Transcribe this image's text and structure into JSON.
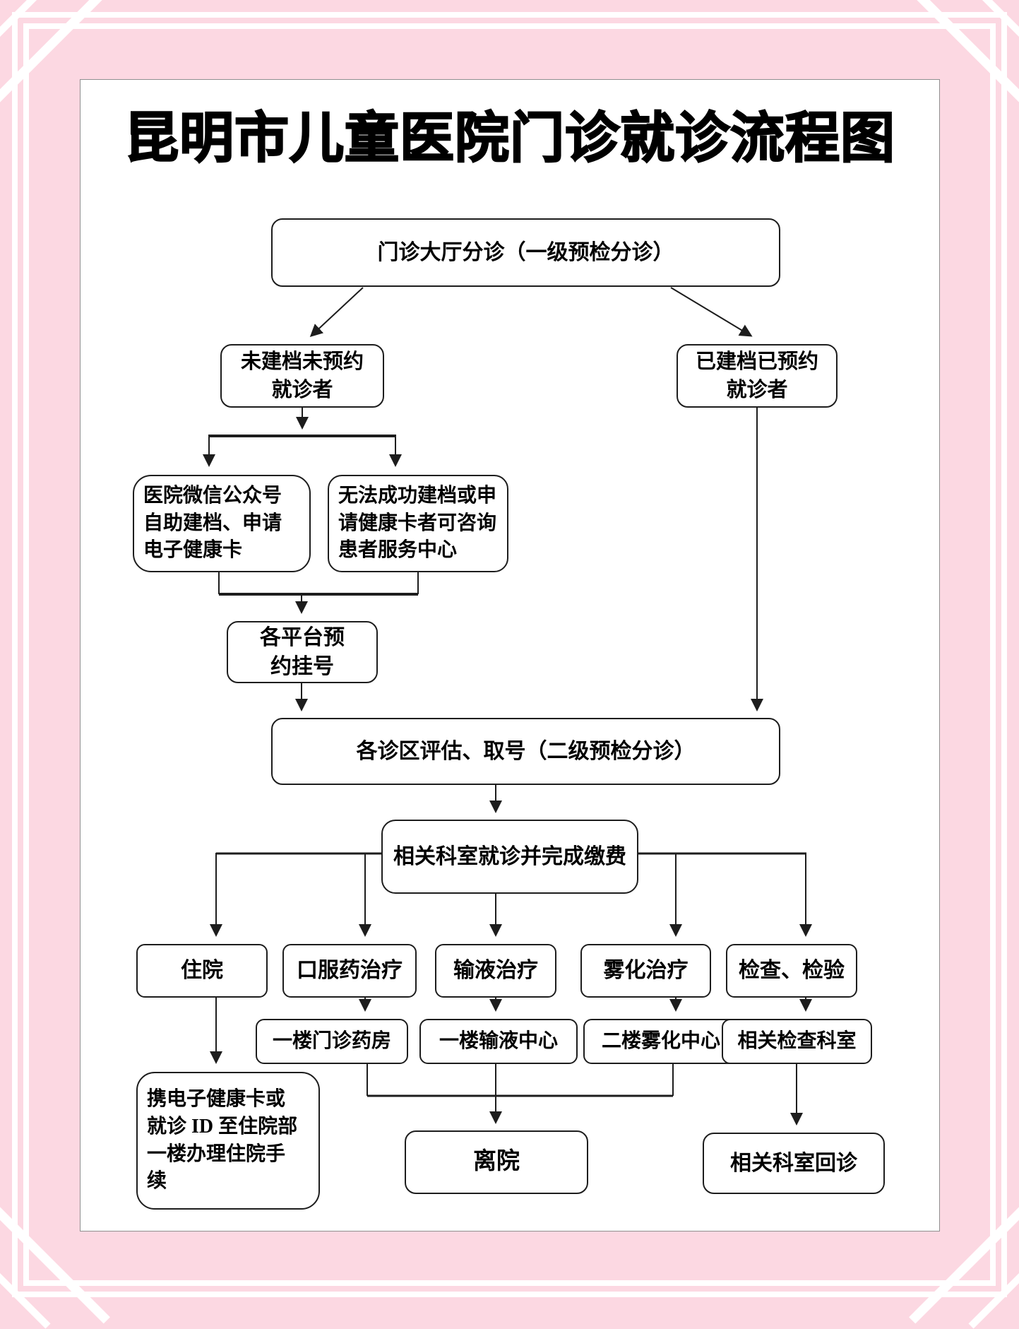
{
  "title": "昆明市儿童医院门诊就诊流程图",
  "flowchart": {
    "nodes": {
      "hall": {
        "label": "门诊大厅分诊（一级预检分诊）"
      },
      "new_patient": {
        "label": "未建档未预约\n就诊者"
      },
      "booked_patient": {
        "label": "已建档已预约\n就诊者"
      },
      "wechat": {
        "label": "医院微信公众号\n自助建档、申请\n电子健康卡"
      },
      "service_center": {
        "label": "无法成功建档或申\n请健康卡者可咨询\n患者服务中心"
      },
      "platform": {
        "label": "各平台预\n约挂号"
      },
      "assess": {
        "label": "各诊区评估、取号（二级预检分诊）"
      },
      "fee": {
        "label": "相关科室就诊并完成缴费"
      },
      "hospitalize": {
        "label": "住院"
      },
      "oral_med": {
        "label": "口服药治疗"
      },
      "infusion": {
        "label": "输液治疗"
      },
      "nebulize": {
        "label": "雾化治疗"
      },
      "exam": {
        "label": "检查、检验"
      },
      "pharmacy": {
        "label": "一楼门诊药房"
      },
      "infusion_center": {
        "label": "一楼输液中心"
      },
      "nebulize_center": {
        "label": "二楼雾化中心"
      },
      "exam_dept": {
        "label": "相关检查科室"
      },
      "admission": {
        "label": "携电子健康卡或\n就诊 ID 至住院部\n一楼办理住院手\n续"
      },
      "discharge": {
        "label": "离院"
      },
      "return_visit": {
        "label": "相关科室回诊"
      }
    }
  },
  "frame": {
    "pink": "#fcd8e2",
    "white": "#ffffff",
    "line": "#1d1d1d"
  }
}
